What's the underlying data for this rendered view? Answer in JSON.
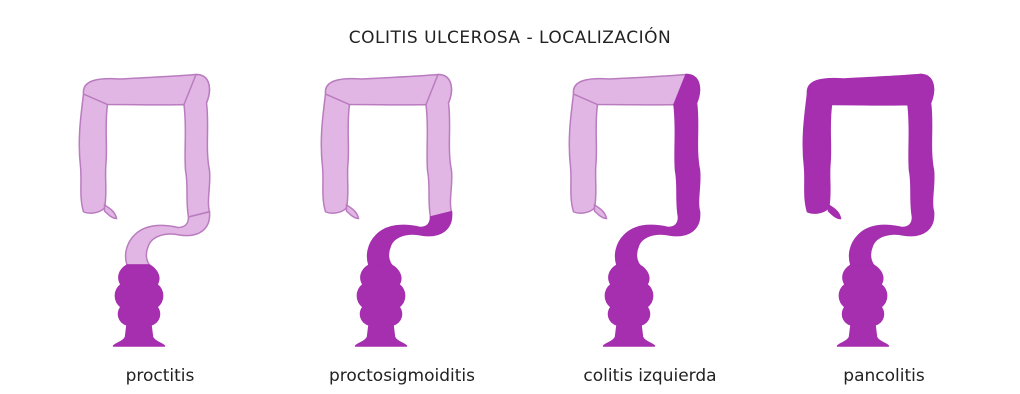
{
  "title": "COLITIS ULCEROSA - LOCALIZACIÓN",
  "colors": {
    "healthy": "#e2b6e4",
    "healthy_stroke": "#b97cbf",
    "affected": "#a52fae"
  },
  "panels": [
    {
      "label": "proctitis",
      "affected_segments": [
        "rectum"
      ]
    },
    {
      "label": "proctosigmoiditis",
      "affected_segments": [
        "rectum",
        "sigmoid"
      ]
    },
    {
      "label": "colitis izquierda",
      "affected_segments": [
        "rectum",
        "sigmoid",
        "descending"
      ]
    },
    {
      "label": "pancolitis",
      "affected_segments": [
        "rectum",
        "sigmoid",
        "descending",
        "transverse",
        "ascending"
      ]
    }
  ]
}
